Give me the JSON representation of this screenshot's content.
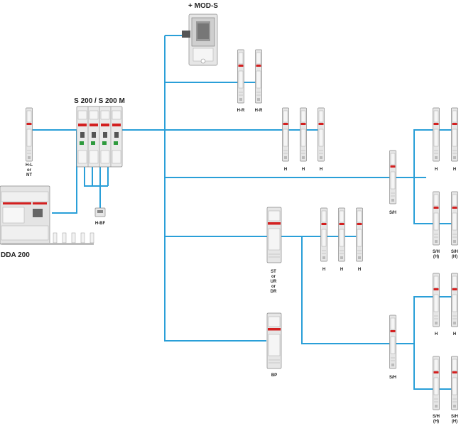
{
  "labels": {
    "mod_s": "+ MOD-S",
    "s200": "S 200 / S 200 M",
    "hl": [
      "H-L",
      "or",
      "NT"
    ],
    "hbf": "H-BF",
    "dda200": "DDA 200",
    "hr": "H-R",
    "h": "H",
    "sh": "S/H",
    "sh_h": [
      "S/H",
      "(H)"
    ],
    "st": [
      "ST",
      "or",
      "UR",
      "or",
      "DR"
    ],
    "bp": "BP"
  },
  "colors": {
    "wire": "#2a9fd8",
    "accent": "#d32020",
    "device": "#e6e6e6"
  }
}
